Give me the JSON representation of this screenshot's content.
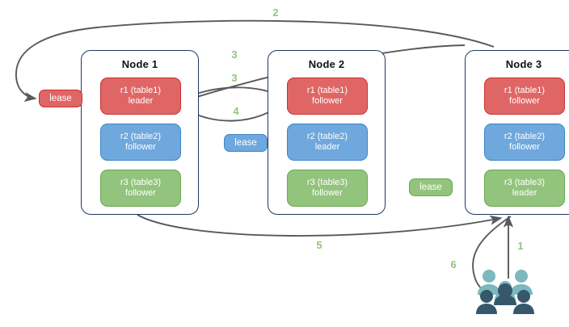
{
  "diagram": {
    "title_present": false,
    "colors": {
      "red": "#e06666",
      "red_border": "#cc2f2f",
      "blue": "#6fa8dc",
      "blue_border": "#3d85c6",
      "green": "#93c47d",
      "green_border": "#6aa84f",
      "node_border": "#1f3864",
      "arrow": "#595959",
      "step_label": "#93c47d",
      "users_light": "#7cb8bd",
      "users_dark": "#35586b"
    },
    "nodes": [
      {
        "title": "Node 1",
        "replicas": [
          {
            "name": "r1 (table1)",
            "role": "leader",
            "color": "red"
          },
          {
            "name": "r2 (table2)",
            "role": "follower",
            "color": "blue"
          },
          {
            "name": "r3 (table3)",
            "role": "follower",
            "color": "green"
          }
        ]
      },
      {
        "title": "Node 2",
        "replicas": [
          {
            "name": "r1 (table1)",
            "role": "follower",
            "color": "red"
          },
          {
            "name": "r2 (table2)",
            "role": "leader",
            "color": "blue"
          },
          {
            "name": "r3 (table3)",
            "role": "follower",
            "color": "green"
          }
        ]
      },
      {
        "title": "Node 3",
        "replicas": [
          {
            "name": "r1 (table1)",
            "role": "follower",
            "color": "red"
          },
          {
            "name": "r2 (table2)",
            "role": "follower",
            "color": "blue"
          },
          {
            "name": "r3 (table3)",
            "role": "leader",
            "color": "green"
          }
        ]
      }
    ],
    "leases": [
      {
        "label": "lease",
        "color": "red",
        "near": "node-1-left"
      },
      {
        "label": "lease",
        "color": "blue",
        "near": "between-node-1-and-2"
      },
      {
        "label": "lease",
        "color": "green",
        "near": "left-of-node-3"
      }
    ],
    "steps": [
      {
        "label": "1",
        "from": "clients",
        "to": "node-3"
      },
      {
        "label": "2",
        "from": "node-3",
        "to": "lease-red"
      },
      {
        "label": "3",
        "from": "node-3",
        "to": "node-1-r1"
      },
      {
        "label": "3",
        "from": "node-1-r1",
        "to": "node-2-r1"
      },
      {
        "label": "4",
        "from": "node-2-r1",
        "to": "node-1-r1"
      },
      {
        "label": "5",
        "from": "node-1",
        "to": "node-3"
      },
      {
        "label": "6",
        "from": "node-3",
        "to": "clients"
      }
    ],
    "clients_icon": "users-icon"
  }
}
